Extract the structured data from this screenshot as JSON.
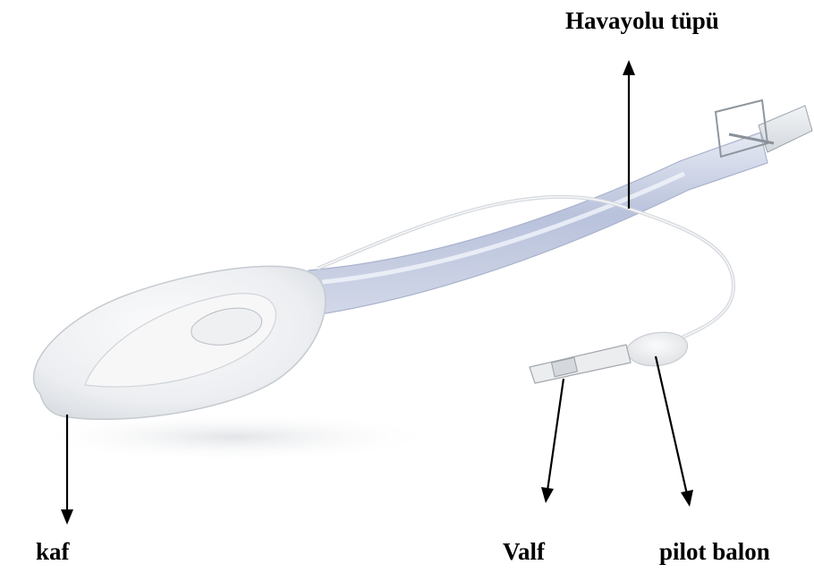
{
  "labels": {
    "airway_tube": "Havayolu tüpü",
    "cuff": "kaf",
    "valve": "Valf",
    "pilot_balloon": "pilot balon"
  }
}
